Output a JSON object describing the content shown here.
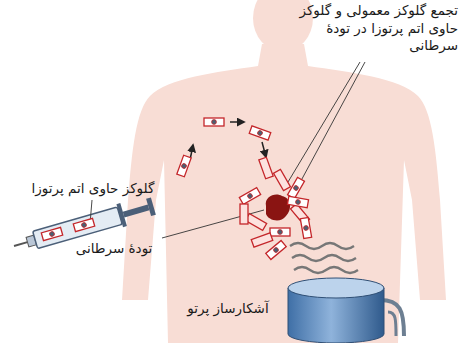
{
  "diagram": {
    "labels": [
      "تجمع گلوکز معمولی و گلوکز حاوی اتم پرتوزا در تودهٔ سرطانی",
      "گلوکز حاوی اتم پرتوزا",
      "تودهٔ سرطانی",
      "آشکارساز پرتو"
    ]
  }
}
